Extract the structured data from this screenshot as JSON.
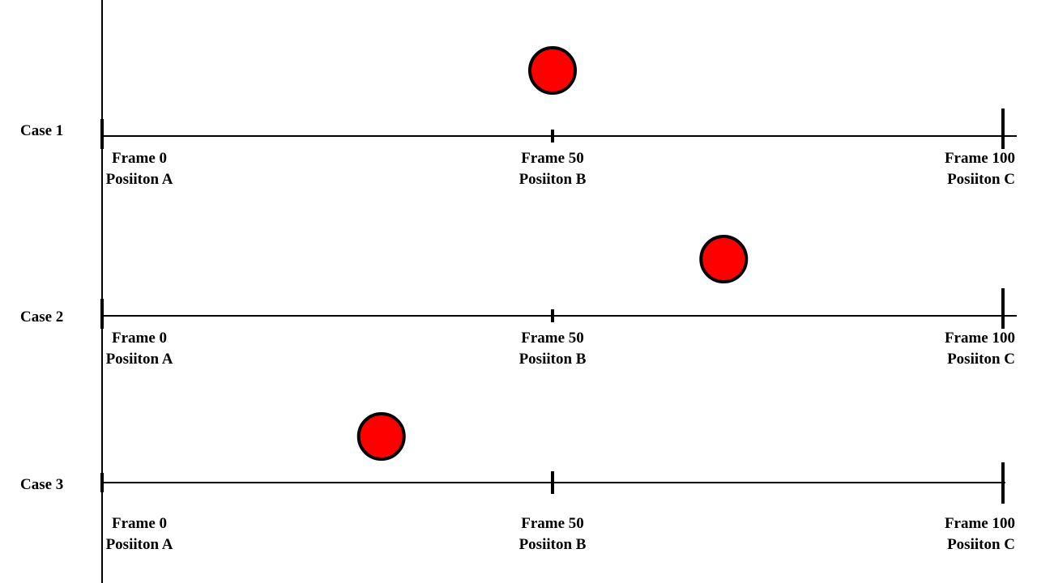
{
  "accent": {
    "ball_fill": "#ff0000",
    "stroke": "#000000"
  },
  "cases": [
    {
      "label": "Case 1",
      "ball_frame": 50,
      "markers": [
        {
          "frame": "Frame 0",
          "position": "Posiiton A"
        },
        {
          "frame": "Frame 50",
          "position": "Posiiton B"
        },
        {
          "frame": "Frame 100",
          "position": "Posiiton C"
        }
      ]
    },
    {
      "label": "Case 2",
      "ball_frame": 69,
      "markers": [
        {
          "frame": "Frame 0",
          "position": "Posiiton A"
        },
        {
          "frame": "Frame 50",
          "position": "Posiiton B"
        },
        {
          "frame": "Frame 100",
          "position": "Posiiton C"
        }
      ]
    },
    {
      "label": "Case 3",
      "ball_frame": 31,
      "markers": [
        {
          "frame": "Frame 0",
          "position": "Posiiton A"
        },
        {
          "frame": "Frame 50",
          "position": "Posiiton B"
        },
        {
          "frame": "Frame 100",
          "position": "Posiiton C"
        }
      ]
    }
  ]
}
